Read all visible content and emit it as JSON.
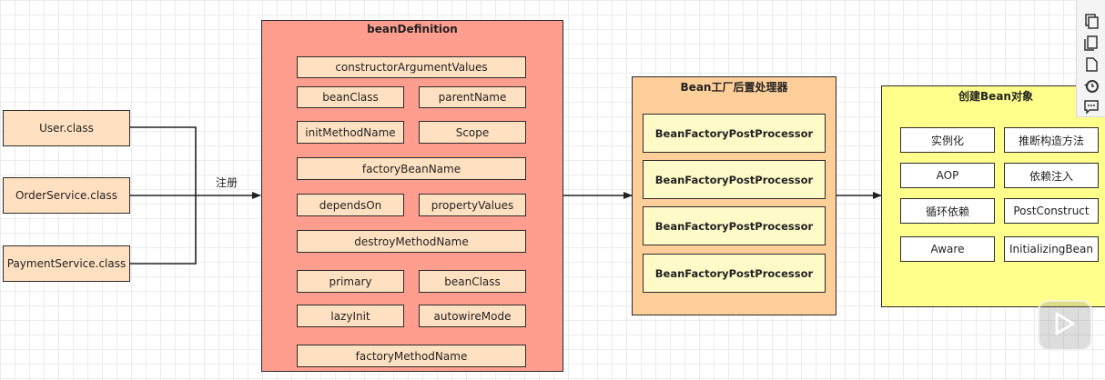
{
  "sources": [
    {
      "label": "User.class"
    },
    {
      "label": "OrderService.class"
    },
    {
      "label": "PaymentService.class"
    }
  ],
  "edge_label": "注册",
  "bean_definition": {
    "title": "beanDefinition",
    "fields": [
      "constructorArgumentValues",
      "beanClass",
      "parentName",
      "initMethodName",
      "Scope",
      "factoryBeanName",
      "dependsOn",
      "propertyValues",
      "destroyMethodName",
      "primary",
      "beanClass",
      "lazyInit",
      "autowireMode",
      "factoryMethodName"
    ]
  },
  "factory_post": {
    "title": "Bean工厂后置处理器",
    "items": [
      "BeanFactoryPostProcessor",
      "BeanFactoryPostProcessor",
      "BeanFactoryPostProcessor",
      "BeanFactoryPostProcessor"
    ]
  },
  "create_bean": {
    "title": "创建Bean对象",
    "items": [
      "实例化",
      "推断构造方法",
      "AOP",
      "依赖注入",
      "循环依赖",
      "PostConstruct",
      "Aware",
      "InitializingBean"
    ]
  },
  "colors": {
    "bean_definition_bg": "#ff9e8e",
    "factory_post_bg": "#ffcf99",
    "create_bean_bg": "#ffff8c",
    "field_bg": "#ffe1c2",
    "processor_bg": "#fffbc8"
  },
  "toolbar_icons": [
    "copy-icon",
    "pages-icon",
    "document-icon",
    "history-icon",
    "comment-icon"
  ]
}
